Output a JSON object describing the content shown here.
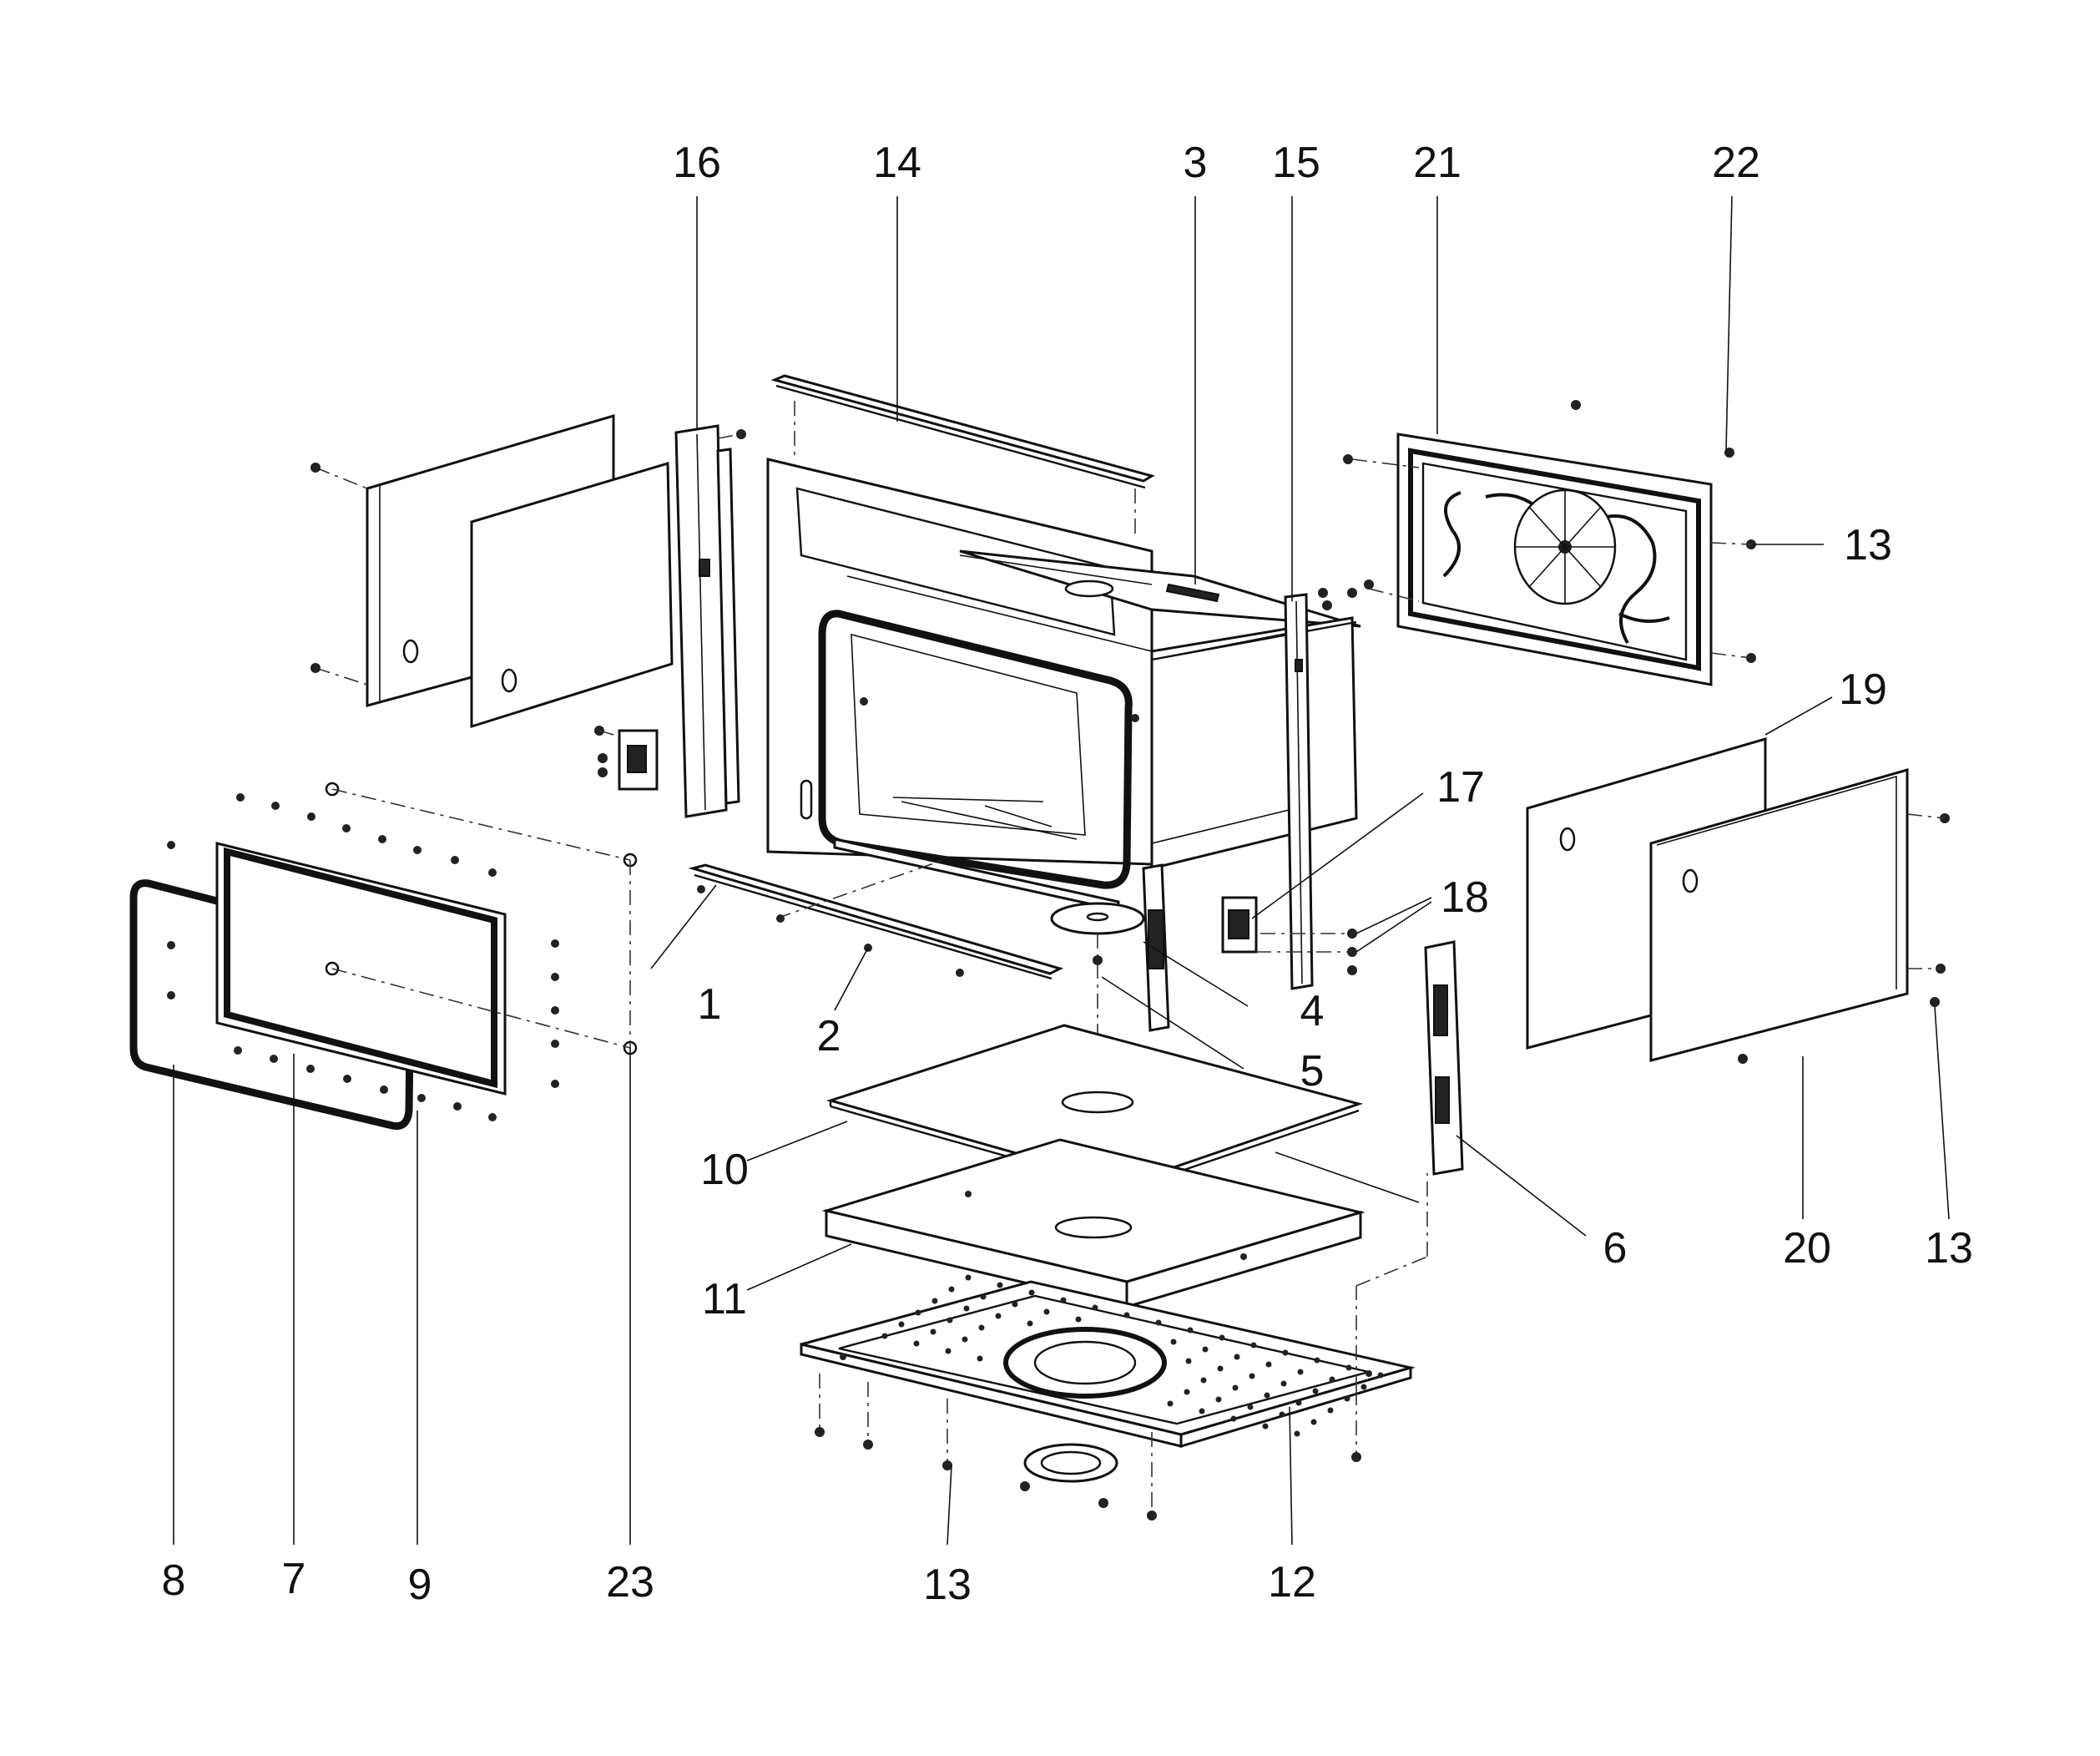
{
  "callouts": {
    "c1": "1",
    "c2": "2",
    "c3": "3",
    "c4": "4",
    "c5": "5",
    "c6": "6",
    "c7": "7",
    "c8": "8",
    "c9": "9",
    "c10": "10",
    "c11": "11",
    "c12": "12",
    "c13_right": "13",
    "c13_lower_right": "13",
    "c13_bottom": "13",
    "c14": "14",
    "c15": "15",
    "c16": "16",
    "c17": "17",
    "c18": "18",
    "c19": "19",
    "c20": "20",
    "c21": "21",
    "c22": "22",
    "c23": "23"
  },
  "colors": {
    "line": "#111111",
    "background": "#ffffff"
  }
}
